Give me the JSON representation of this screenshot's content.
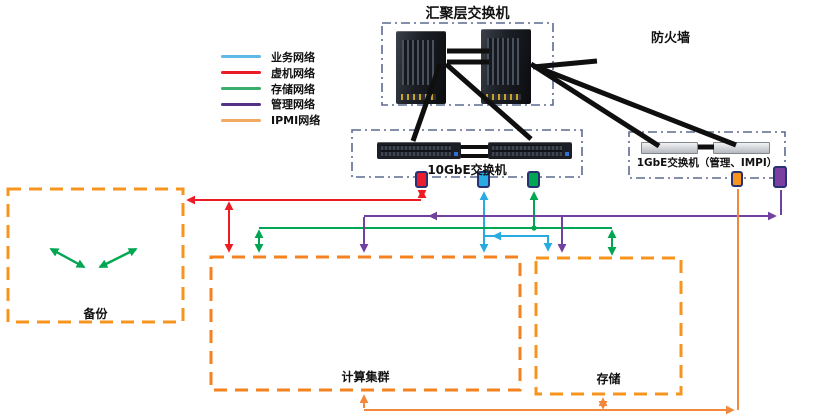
{
  "legend": {
    "items": [
      {
        "id": "business",
        "label": "业务网络",
        "color": "#5FB8E6"
      },
      {
        "id": "vm",
        "label": "虚机网络",
        "color": "#EC1C24"
      },
      {
        "id": "storage",
        "label": "存储网络",
        "color": "#3BAE6C"
      },
      {
        "id": "mgmt",
        "label": "管理网络",
        "color": "#533285"
      },
      {
        "id": "ipmi",
        "label": "IPMI网络",
        "color": "#F2A963"
      }
    ]
  },
  "network_colors": {
    "business": "#29ABE2",
    "vm": "#ED1C24",
    "storage": "#00A651",
    "mgmt": "#7141A1",
    "ipmi": "#F1883B"
  },
  "port_colors": {
    "vm": "#EC1C2E",
    "business": "#29ABE2",
    "storage": "#00A651",
    "ipmi": "#F7941E",
    "mgmt": "#7B3FA0"
  },
  "box_colors": {
    "backup_border": "#F7941E",
    "compute_border": "#F58220",
    "storage_border": "#F7941E",
    "switch_border": "#5B6B8F",
    "trunk_line": "#0F0F0F"
  },
  "nodes": {
    "aggregation_switch": {
      "label": "汇聚层交换机",
      "icon": "chassis-switch-icon"
    },
    "firewall": {
      "label": "防火墙",
      "icon": "firewall-brick-flame-icon"
    },
    "switch_10gbe": {
      "label": "10GbE交换机",
      "icon": "rack-switch-icon"
    },
    "switch_1gbe": {
      "label": "1GbE交换机（管理、IMPI）",
      "icon": "rack-switch-icon"
    },
    "backup_group": {
      "label": "备份",
      "icon": "server-group-icon"
    },
    "compute_group": {
      "label": "计算集群",
      "icon": "server-group-icon"
    },
    "storage_group": {
      "label": "存储",
      "icon": "storage-server-icon"
    }
  }
}
